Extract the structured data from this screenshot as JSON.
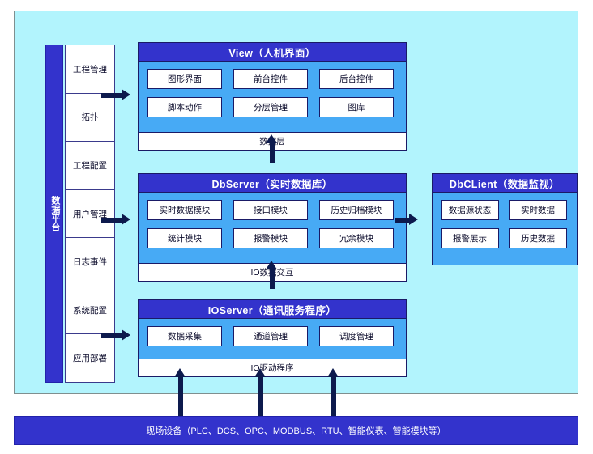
{
  "diagram": {
    "platform": {
      "rail_label": "数据平台",
      "items": [
        {
          "label": "工程管理"
        },
        {
          "label": "拓扑"
        },
        {
          "label": "工程配置"
        },
        {
          "label": "用户管理"
        },
        {
          "label": "日志事件"
        },
        {
          "label": "系统配置"
        },
        {
          "label": "应用部署"
        }
      ]
    },
    "panels": [
      {
        "id": "view",
        "title": "View（人机界面）",
        "modules": [
          "图形界面",
          "前台控件",
          "后台控件",
          "脚本动作",
          "分层管理",
          "图库"
        ],
        "footer": "数据层"
      },
      {
        "id": "dbserver",
        "title": "DbServer（实时数据库）",
        "modules": [
          "实时数据模块",
          "接口模块",
          "历史归档模块",
          "统计模块",
          "报警模块",
          "冗余模块"
        ],
        "footer": "IO数据交互"
      },
      {
        "id": "ioserver",
        "title": "IOServer（通讯服务程序）",
        "modules": [
          "数据采集",
          "通道管理",
          "调度管理"
        ],
        "footer": "IO驱动程序"
      },
      {
        "id": "dbclient",
        "title": "DbCLient（数据监视）",
        "modules": [
          "数据源状态",
          "实时数据",
          "报警展示",
          "历史数据"
        ],
        "footer": ""
      }
    ],
    "field_bar": {
      "label": "现场设备（PLC、DCS、OPC、MODBUS、RTU、智能仪表、智能模块等）"
    },
    "colors": {
      "stage_background": "#b2f4fd",
      "panel_header": "#3333cc",
      "panel_body": "#47aaf5",
      "module_box": "#ffffff",
      "arrow": "#0d1a4d",
      "field_bar": "#3333cc",
      "text_dark": "#0b0b2b",
      "text_light": "#ffffff"
    }
  }
}
